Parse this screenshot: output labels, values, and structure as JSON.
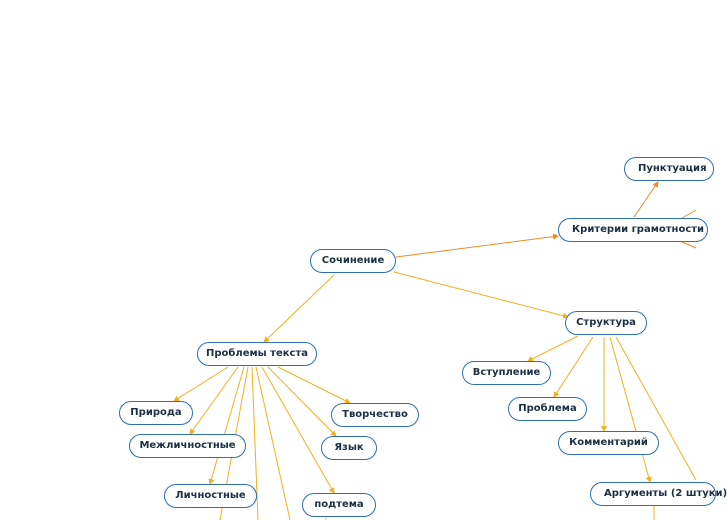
{
  "diagram": {
    "nodes": {
      "sochinenie": "Сочинение",
      "kriterii": "Критерии грамотности",
      "punktuaciya": "Пунктуация",
      "struktura": "Структура",
      "problemy": "Проблемы текста",
      "vstuplenie": "Вступление",
      "problema": "Проблема",
      "kommentariy": "Комментарий",
      "argumenty": "Аргументы (2 штуки)",
      "priroda": "Природа",
      "mezhlich": "Межличностные",
      "lichnostnye": "Личностные",
      "tvorchestvo": "Творчество",
      "yazyk": "Язык",
      "podtema": "подтема"
    },
    "colors": {
      "node_border": "#2f6fb1",
      "node_text": "#1c2f45",
      "edge": "#f2b01e",
      "edge_accent": "#f08a24",
      "background": "#ffffff"
    }
  }
}
